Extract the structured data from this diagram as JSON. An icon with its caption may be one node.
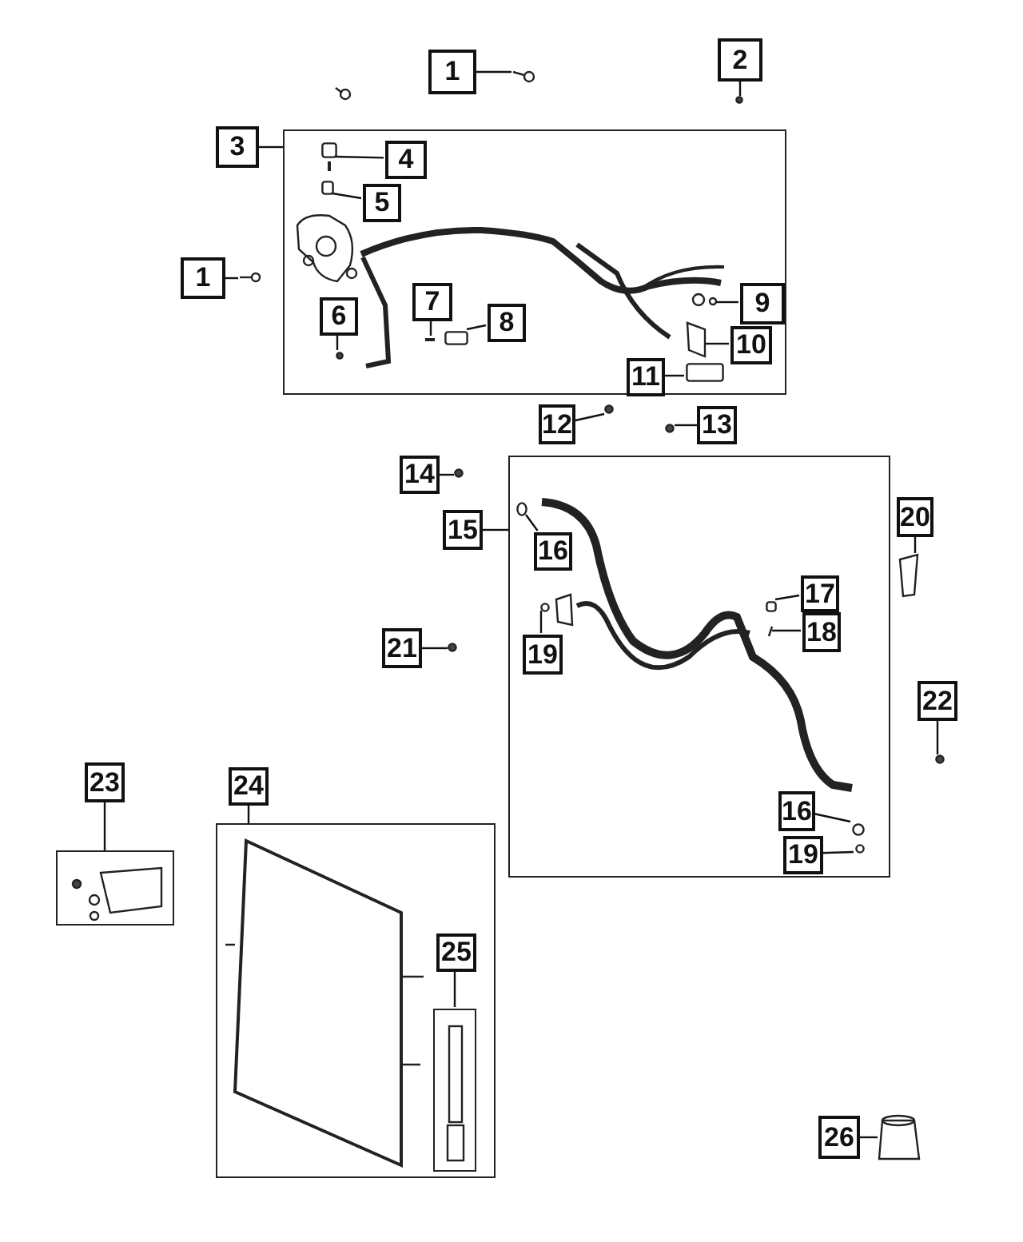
{
  "diagram": {
    "nodes": [
      {
        "text": [
          "1"
        ]
      },
      {
        "text": [
          "2"
        ]
      },
      {
        "text": [
          "3"
        ]
      },
      {
        "text": [],
        "shape": "box"
      },
      {
        "text": [
          "4"
        ],
        "in": 3
      },
      {
        "text": [
          "5"
        ],
        "in": 3
      },
      {
        "text": [
          "1"
        ]
      },
      {
        "text": [
          "6"
        ],
        "in": 3
      },
      {
        "text": [
          "7"
        ],
        "in": 3
      },
      {
        "text": [
          "8"
        ],
        "in": 3
      },
      {
        "text": [
          "9"
        ],
        "in": 3
      },
      {
        "text": [
          "10"
        ],
        "in": 3
      },
      {
        "text": [
          "11"
        ],
        "in": 3
      },
      {
        "text": [
          "12"
        ]
      },
      {
        "text": [
          "13"
        ]
      },
      {
        "text": [
          "14"
        ]
      },
      {
        "text": [
          "15"
        ]
      },
      {
        "text": [],
        "shape": "box"
      },
      {
        "text": [
          "16"
        ],
        "in": 17
      },
      {
        "text": [
          "20"
        ]
      },
      {
        "text": [
          "17"
        ],
        "in": 17
      },
      {
        "text": [
          "18"
        ],
        "in": 17
      },
      {
        "text": [
          "21"
        ]
      },
      {
        "text": [
          "19"
        ],
        "in": 17
      },
      {
        "text": [
          "22"
        ]
      },
      {
        "text": [
          "16"
        ],
        "in": 17
      },
      {
        "text": [
          "19"
        ],
        "in": 17
      },
      {
        "text": [
          "23"
        ]
      },
      {
        "text": [
          "24"
        ]
      },
      {
        "text": [],
        "shape": "box"
      },
      {
        "text": [],
        "shape": "box"
      },
      {
        "text": [
          "25"
        ],
        "in": 30
      },
      {
        "text": [],
        "shape": "box",
        "in": 30
      },
      {
        "text": [
          "26"
        ]
      },
      {
        "text": [],
        "shape": "picture"
      },
      {
        "text": [],
        "shape": "circle"
      },
      {
        "text": [],
        "shape": "box",
        "in": 3
      },
      {
        "text": [],
        "shape": "box",
        "in": 3
      },
      {
        "text": [],
        "shape": "picture"
      },
      {
        "text": [],
        "shape": "circle",
        "in": 3
      },
      {
        "text": [],
        "shape": "picture",
        "in": 3
      },
      {
        "text": [],
        "shape": "box",
        "in": 3
      },
      {
        "text": [],
        "shape": "picture",
        "in": 3
      },
      {
        "text": [],
        "shape": "picture",
        "in": 3
      },
      {
        "text": [],
        "shape": "box",
        "in": 3
      },
      {
        "text": [],
        "shape": "circle"
      },
      {
        "text": [],
        "shape": "circle"
      },
      {
        "text": [],
        "shape": "circle"
      },
      {
        "text": [],
        "shape": "circle",
        "in": 17
      },
      {
        "text": [],
        "shape": "picture"
      },
      {
        "text": [],
        "shape": "box",
        "in": 17
      },
      {
        "text": [],
        "shape": "picture",
        "in": 17
      },
      {
        "text": [],
        "shape": "circle"
      },
      {
        "text": [],
        "shape": "circle",
        "in": 17
      },
      {
        "text": [],
        "shape": "circle"
      },
      {
        "text": [],
        "shape": "circle",
        "in": 17
      },
      {
        "text": [],
        "shape": "circle",
        "in": 17
      },
      {
        "text": [],
        "shape": "picture"
      }
    ],
    "edges": [
      {
        "from": 0,
        "to": 34,
        "arrow": "none"
      },
      {
        "from": 1,
        "to": 35,
        "arrow": "none"
      },
      {
        "from": 2,
        "to": 3,
        "arrow": "none"
      },
      {
        "from": 4,
        "to": 36,
        "arrow": "none"
      },
      {
        "from": 5,
        "to": 37,
        "arrow": "none"
      },
      {
        "from": 6,
        "to": 38,
        "arrow": "none"
      },
      {
        "from": 7,
        "to": 39,
        "arrow": "none"
      },
      {
        "from": 8,
        "to": 40,
        "arrow": "none"
      },
      {
        "from": 9,
        "to": 41,
        "arrow": "none"
      },
      {
        "from": 10,
        "to": 42,
        "arrow": "none"
      },
      {
        "from": 11,
        "to": 43,
        "arrow": "none"
      },
      {
        "from": 12,
        "to": 44,
        "arrow": "none"
      },
      {
        "from": 13,
        "to": 45,
        "arrow": "none"
      },
      {
        "from": 14,
        "to": 46,
        "arrow": "none"
      },
      {
        "from": 15,
        "to": 47,
        "arrow": "none"
      },
      {
        "from": 16,
        "to": 17,
        "arrow": "none"
      },
      {
        "from": 18,
        "to": 48,
        "arrow": "none"
      },
      {
        "from": 19,
        "to": 49,
        "arrow": "none"
      },
      {
        "from": 20,
        "to": 50,
        "arrow": "none"
      },
      {
        "from": 21,
        "to": 51,
        "arrow": "none"
      },
      {
        "from": 22,
        "to": 52,
        "arrow": "none"
      },
      {
        "from": 23,
        "to": 53,
        "arrow": "none"
      },
      {
        "from": 24,
        "to": 54,
        "arrow": "none"
      },
      {
        "from": 25,
        "to": 55,
        "arrow": "none"
      },
      {
        "from": 26,
        "to": 56,
        "arrow": "none"
      },
      {
        "from": 27,
        "to": 29,
        "arrow": "none"
      },
      {
        "from": 28,
        "to": 30,
        "arrow": "none"
      },
      {
        "from": 31,
        "to": 32,
        "arrow": "none"
      },
      {
        "from": 33,
        "to": 57,
        "arrow": "none"
      }
    ]
  }
}
